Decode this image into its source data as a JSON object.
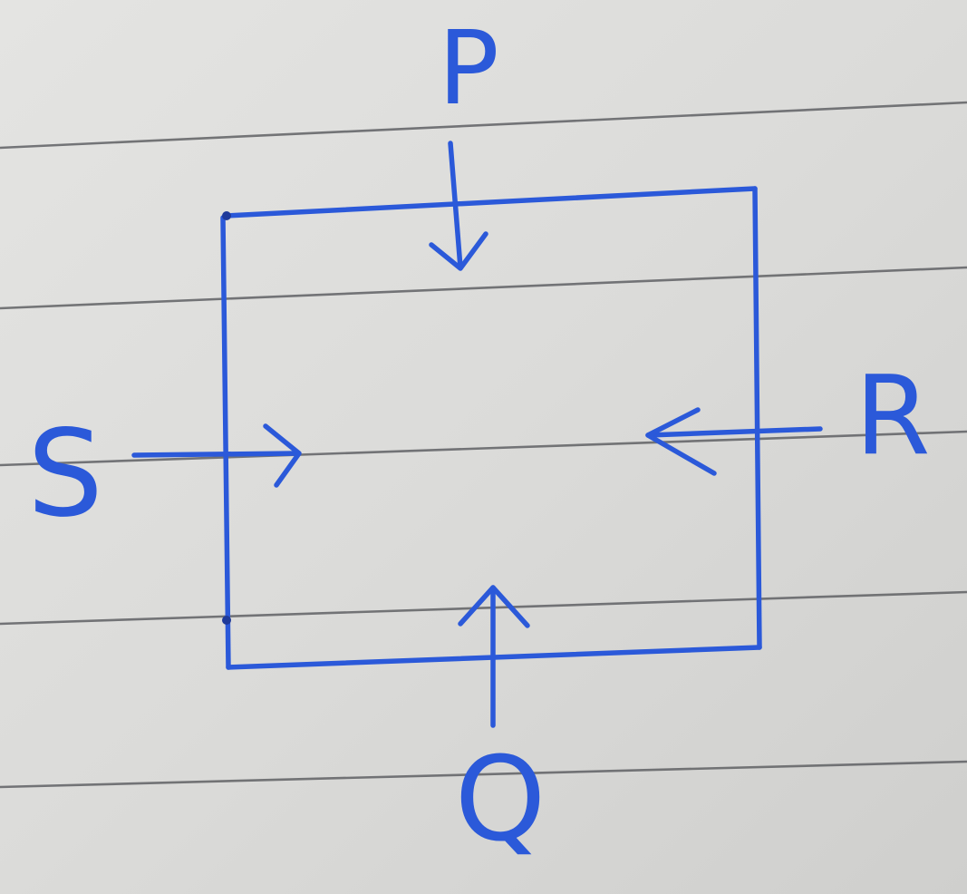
{
  "colors": {
    "paper": "#dcdcda",
    "rule_line": "#5f6064",
    "ink": "#2b59d9"
  },
  "diagram": {
    "shape": "square",
    "forces": [
      {
        "label": "P",
        "side": "top",
        "direction": "down"
      },
      {
        "label": "Q",
        "side": "bottom",
        "direction": "up"
      },
      {
        "label": "R",
        "side": "right",
        "direction": "left"
      },
      {
        "label": "S",
        "side": "left",
        "direction": "right"
      }
    ]
  }
}
